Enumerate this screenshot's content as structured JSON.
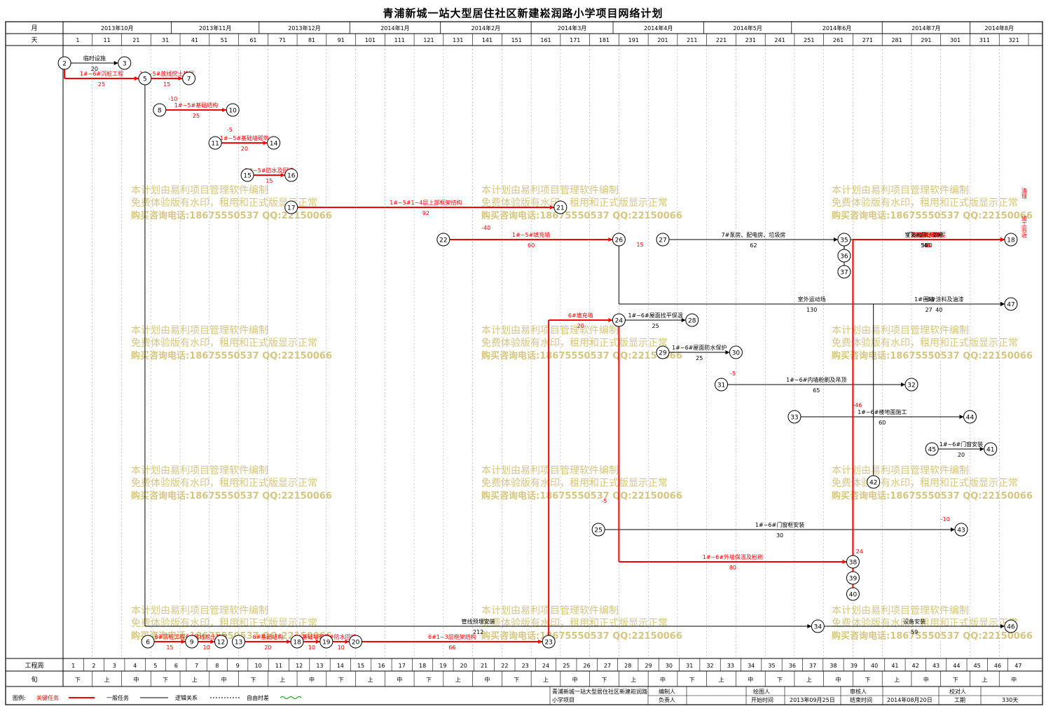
{
  "title": "青浦新城一站大型居住社区新建崧润路小学项目网络计划",
  "header": {
    "month_label": "月",
    "day_label": "天",
    "months": [
      "2013年10月",
      "2013年11月",
      "2013年12月",
      "2014年1月",
      "2014年2月",
      "2014年3月",
      "2014年4月",
      "2014年5月",
      "2014年6月",
      "2014年7月",
      "2014年8月"
    ],
    "days": [
      1,
      11,
      21,
      31,
      41,
      51,
      61,
      71,
      81,
      91,
      101,
      111,
      121,
      131,
      141,
      151,
      161,
      171,
      181,
      191,
      201,
      211,
      221,
      231,
      241,
      251,
      261,
      271,
      281,
      291,
      301,
      311,
      321
    ]
  },
  "footer": {
    "week_label": "工程周",
    "xun_label": "旬",
    "weeks": [
      1,
      2,
      3,
      4,
      5,
      6,
      7,
      8,
      9,
      10,
      11,
      12,
      13,
      14,
      15,
      16,
      17,
      18,
      19,
      20,
      21,
      22,
      23,
      24,
      25,
      26,
      27,
      28,
      29,
      30,
      31,
      32,
      33,
      34,
      35,
      36,
      37,
      38,
      39,
      40,
      41,
      42,
      43,
      44,
      45,
      46,
      47
    ],
    "xun": [
      "下",
      "上",
      "中",
      "下",
      "上",
      "中",
      "下",
      "上",
      "中",
      "下",
      "上",
      "中",
      "下",
      "上",
      "中",
      "下",
      "上",
      "中",
      "下",
      "上",
      "中",
      "下",
      "上",
      "中",
      "下",
      "上",
      "中",
      "下",
      "上",
      "中",
      "下",
      "上",
      "中"
    ]
  },
  "legend": {
    "label": "图例:",
    "critical": "关键任务",
    "general": "一般任务",
    "logic": "逻辑关系",
    "float": "自由时差"
  },
  "info": {
    "project": "青浦新城一站大型居住社区新建崧润路小学项目",
    "compiler": "编制人",
    "drawer": "绘图人",
    "reviewer": "审核人",
    "proofreader": "校对人",
    "leader": "负责人",
    "start_label": "开始时间",
    "start": "2013年09月25日",
    "end_label": "结束时间",
    "end": "2014年08月20日",
    "duration_label": "工期",
    "duration": "330天"
  },
  "watermark": {
    "line1": "本计划由易利项目管理软件编制",
    "line2": "免费体验版有水印，租用和正式版显示正常",
    "line3": "购买咨询电话:18675550537 QQ:22150066"
  },
  "colors": {
    "critical": "#ff0000",
    "general": "#000000",
    "float": "#00a000",
    "watermark": "#d4c070"
  },
  "network": {
    "nodes": [
      {
        "id": "2",
        "day": 0.5,
        "row": 90
      },
      {
        "id": "3",
        "day": 21,
        "row": 90
      },
      {
        "id": "5",
        "day": 28,
        "row": 112
      },
      {
        "id": "7",
        "day": 43,
        "row": 112
      },
      {
        "id": "8",
        "day": 33,
        "row": 157
      },
      {
        "id": "10",
        "day": 58,
        "row": 157
      },
      {
        "id": "11",
        "day": 52,
        "row": 204
      },
      {
        "id": "14",
        "day": 72,
        "row": 204
      },
      {
        "id": "15",
        "day": 63,
        "row": 250
      },
      {
        "id": "16",
        "day": 78,
        "row": 250
      },
      {
        "id": "17",
        "day": 78,
        "row": 296
      },
      {
        "id": "21",
        "day": 170,
        "row": 296
      },
      {
        "id": "22",
        "day": 130,
        "row": 342
      },
      {
        "id": "26",
        "day": 190,
        "row": 342
      },
      {
        "id": "27",
        "day": 205,
        "row": 342
      },
      {
        "id": "35",
        "day": 267,
        "row": 342
      },
      {
        "id": "36",
        "day": 267,
        "row": 365
      },
      {
        "id": "37",
        "day": 267,
        "row": 388
      },
      {
        "id": "18",
        "day": 324,
        "row": 342
      },
      {
        "id": "47",
        "day": 324,
        "row": 434
      },
      {
        "id": "24",
        "day": 190,
        "row": 457
      },
      {
        "id": "28",
        "day": 215,
        "row": 457
      },
      {
        "id": "29",
        "day": 205,
        "row": 503
      },
      {
        "id": "30",
        "day": 230,
        "row": 503
      },
      {
        "id": "31",
        "day": 225,
        "row": 549
      },
      {
        "id": "32",
        "day": 290,
        "row": 549
      },
      {
        "id": "33",
        "day": 250,
        "row": 595
      },
      {
        "id": "44",
        "day": 310,
        "row": 595
      },
      {
        "id": "45",
        "day": 297,
        "row": 641
      },
      {
        "id": "41",
        "day": 317,
        "row": 641
      },
      {
        "id": "42",
        "day": 277,
        "row": 688
      },
      {
        "id": "43",
        "day": 307,
        "row": 756
      },
      {
        "id": "25",
        "day": 183,
        "row": 756
      },
      {
        "id": "38",
        "day": 270,
        "row": 802
      },
      {
        "id": "39",
        "day": 270,
        "row": 825
      },
      {
        "id": "40",
        "day": 270,
        "row": 848
      },
      {
        "id": "34",
        "day": 258,
        "row": 894
      },
      {
        "id": "46",
        "day": 324,
        "row": 894
      },
      {
        "id": "6",
        "day": 29,
        "row": 916
      },
      {
        "id": "9",
        "day": 44,
        "row": 916
      },
      {
        "id": "12",
        "day": 54,
        "row": 916
      },
      {
        "id": "13",
        "day": 60,
        "row": 916
      },
      {
        "id": "18b",
        "label": "18",
        "day": 80,
        "row": 916
      },
      {
        "id": "19",
        "day": 90,
        "row": 916
      },
      {
        "id": "20",
        "day": 100,
        "row": 916
      },
      {
        "id": "23",
        "day": 166,
        "row": 916
      }
    ],
    "tasks": [
      {
        "from": "2",
        "to": "3",
        "name": "临时设施",
        "dur": "20",
        "type": "general"
      },
      {
        "from": "2",
        "to": "5",
        "name": "1#~6#沉桩工程",
        "dur": "25",
        "type": "critical"
      },
      {
        "from": "5",
        "to": "7",
        "name": "1#~5#放线挖土垫层",
        "dur": "15",
        "type": "critical"
      },
      {
        "from": "8",
        "to": "10",
        "name": "1#~5#基础结构",
        "dur": "25",
        "type": "critical"
      },
      {
        "from": "11",
        "to": "14",
        "name": "1#~5#基础墙砌筑",
        "dur": "20",
        "type": "critical"
      },
      {
        "from": "15",
        "to": "16",
        "name": "1#~5#防水及回填",
        "dur": "15",
        "type": "critical"
      },
      {
        "from": "17",
        "to": "21",
        "name": "1#~5#1~4层上部框架结构",
        "dur": "92",
        "type": "critical"
      },
      {
        "from": "22",
        "to": "26",
        "name": "1#~5#填充墙",
        "dur": "60",
        "type": "critical"
      },
      {
        "from": "27",
        "to": "35",
        "name": "7#泵房、配电房、垃圾房",
        "dur": "62",
        "type": "general"
      },
      {
        "from": "35",
        "to": "18",
        "name": "8#自行车棚",
        "dur": "45",
        "type": "general"
      },
      {
        "from": "36",
        "to": "18",
        "name": "门卫1#、2#",
        "dur": "50",
        "type": "general"
      },
      {
        "from": "37",
        "to": "18",
        "name": "室外台阶、散水",
        "dur": "30",
        "type": "general"
      },
      {
        "from": "26",
        "to": "47",
        "name": "室外运动场",
        "dur": "130",
        "type": "general"
      },
      {
        "from": "24",
        "to": "28",
        "name": "1#~6#屋面找平保温",
        "dur": "25",
        "type": "general"
      },
      {
        "from": "29",
        "to": "30",
        "name": "1#~6#屋面防水保护",
        "dur": "25",
        "type": "general"
      },
      {
        "from": "31",
        "to": "32",
        "name": "1#~6#内墙粉刷及吊顶",
        "dur": "65",
        "type": "general"
      },
      {
        "from": "33",
        "to": "44",
        "name": "1#~6#楼地面施工",
        "dur": "60",
        "type": "general"
      },
      {
        "from": "45",
        "to": "41",
        "name": "1#~6#门窗安装",
        "dur": "20",
        "type": "general"
      },
      {
        "from": "42",
        "to": "47",
        "name": "1#~6#涂料及油漆",
        "dur": "40",
        "type": "general"
      },
      {
        "from": "25",
        "to": "43",
        "name": "1#~6#门窗框安装",
        "dur": "30",
        "type": "general"
      },
      {
        "from": "24",
        "to": "38",
        "name": "1#~6#外墙保温及粉刷",
        "dur": "80",
        "type": "critical"
      },
      {
        "from": "38",
        "to": "47",
        "name": "围墙",
        "dur": "27",
        "type": "general"
      },
      {
        "from": "39",
        "to": "18",
        "name": "总体配套",
        "dur": "60",
        "type": "critical"
      },
      {
        "from": "40",
        "to": "18",
        "name": "其它附属工程",
        "dur": "60",
        "type": "critical"
      },
      {
        "from": "5",
        "to": "34",
        "name": "管线预埋安装",
        "dur": "212",
        "type": "general"
      },
      {
        "from": "34",
        "to": "46",
        "name": "设备安装",
        "dur": "59",
        "type": "general"
      },
      {
        "from": "6",
        "to": "9",
        "name": "6#沉桩工程",
        "dur": "15",
        "type": "critical"
      },
      {
        "from": "9",
        "to": "12",
        "name": "6#放线挖土垫层",
        "dur": "10",
        "type": "critical"
      },
      {
        "from": "13",
        "to": "18b",
        "name": "6#基础结构",
        "dur": "20",
        "type": "critical"
      },
      {
        "from": "18b",
        "to": "19",
        "name": "6#基础墙砌筑",
        "dur": "10",
        "type": "critical"
      },
      {
        "from": "19",
        "to": "20",
        "name": "6#防水回填",
        "dur": "10",
        "type": "critical"
      },
      {
        "from": "20",
        "to": "23",
        "name": "6#1~3层框架结构",
        "dur": "66",
        "type": "critical"
      },
      {
        "from": "23",
        "to": "24",
        "name": "6#填充墙",
        "dur": "20",
        "type": "critical"
      }
    ],
    "float_labels": [
      {
        "text": "-10",
        "day": 36,
        "row": 144
      },
      {
        "text": "-5",
        "day": 56,
        "row": 188
      },
      {
        "text": "-40",
        "day": 143,
        "row": 328
      },
      {
        "text": "15",
        "day": 196,
        "row": 352
      },
      {
        "text": "-5",
        "day": 228,
        "row": 536
      },
      {
        "text": "-46",
        "day": 270,
        "row": 581
      },
      {
        "text": "-10",
        "day": 300,
        "row": 744
      },
      {
        "text": "-5",
        "day": 184,
        "row": 718
      },
      {
        "text": "24",
        "day": 271,
        "row": 790
      }
    ],
    "end_labels": [
      "清理",
      "竣工验收"
    ]
  }
}
